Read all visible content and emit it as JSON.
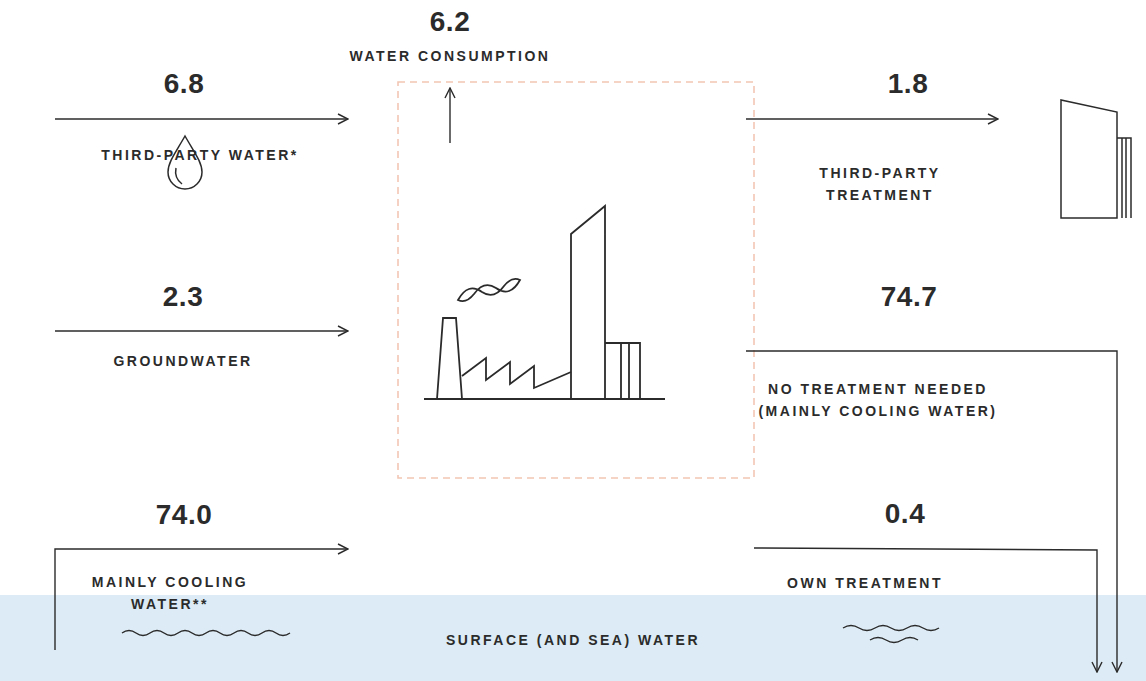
{
  "diagram": {
    "nodes": [
      {
        "text": [
          "SURFACE (AND SEA) WATER"
        ]
      }
    ],
    "labels": [
      "6.2",
      "WATER CONSUMPTION",
      "6.8",
      "THIRD-PARTY WATER*",
      "1.8",
      "THIRD-PARTY TREATMENT",
      "2.3",
      "GROUNDWATER",
      "74.7",
      "NO TREATMENT NEEDED (MAINLY COOLING WATER)",
      "74.0",
      "MAINLY COOLING WATER**",
      "0.4",
      "OWN TREATMENT"
    ]
  }
}
